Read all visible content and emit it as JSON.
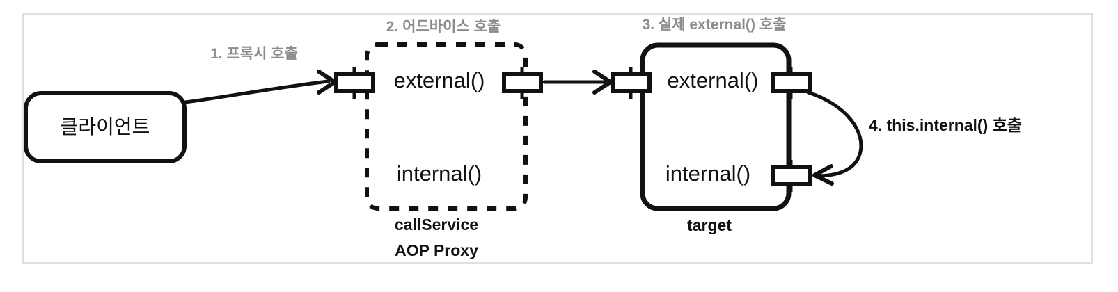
{
  "diagram": {
    "title_semantic": "spring-aop-self-invocation-diagram",
    "frame": {
      "border_color": "#e0e0e0",
      "background": "#ffffff"
    },
    "colors": {
      "step_label": "#8c8c8c",
      "stroke": "#111111",
      "node_fill": "#ffffff"
    },
    "nodes": {
      "client": {
        "label": "클라이언트"
      },
      "proxy": {
        "caption_line1": "callService",
        "caption_line2": "AOP Proxy",
        "methods": {
          "external": "external()",
          "internal": "internal()"
        }
      },
      "target": {
        "caption": "target",
        "methods": {
          "external": "external()",
          "internal": "internal()"
        }
      }
    },
    "steps": [
      {
        "id": "step-1",
        "label": "1. 프록시 호출"
      },
      {
        "id": "step-2",
        "label": "2. 어드바이스 호출"
      },
      {
        "id": "step-3",
        "label": "3. 실제 external() 호출"
      },
      {
        "id": "step-4",
        "label": "4. this.internal() 호출"
      }
    ]
  }
}
